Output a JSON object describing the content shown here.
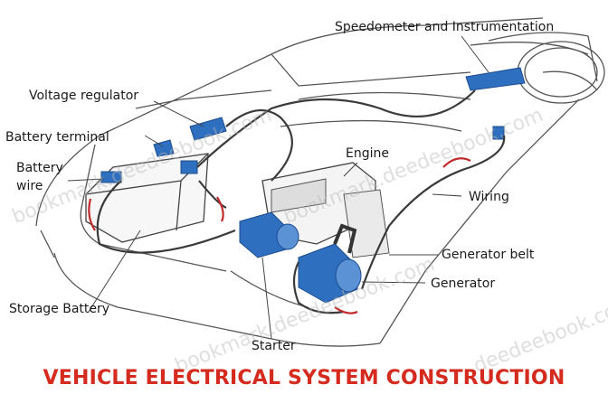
{
  "title": "VEHICLE ELECTRICAL SYSTEM CONSTRUCTION",
  "labels": {
    "speedometer": "Speedometer and Instrumentation",
    "voltage_regulator": "Voltage regulator",
    "battery_terminal": "Battery terminal",
    "battery_wire_1": "Battery",
    "battery_wire_2": "wire",
    "engine": "Engine",
    "wiring": "Wiring",
    "generator_belt": "Generator belt",
    "generator": "Generator",
    "storage_battery": "Storage Battery",
    "starter": "Starter"
  },
  "watermarks": {
    "wm1": "bookmark.deedeebook.com",
    "wm2": "bookmark.deedeebook.com",
    "wm3": "bookmark.deedeebook.com",
    "wm4": "deedeebook.com"
  },
  "colors": {
    "title": "#d42b1e",
    "component_blue": "#2f6fc0",
    "wire": "#3a3a3a",
    "wire_red": "#c22a2a"
  }
}
